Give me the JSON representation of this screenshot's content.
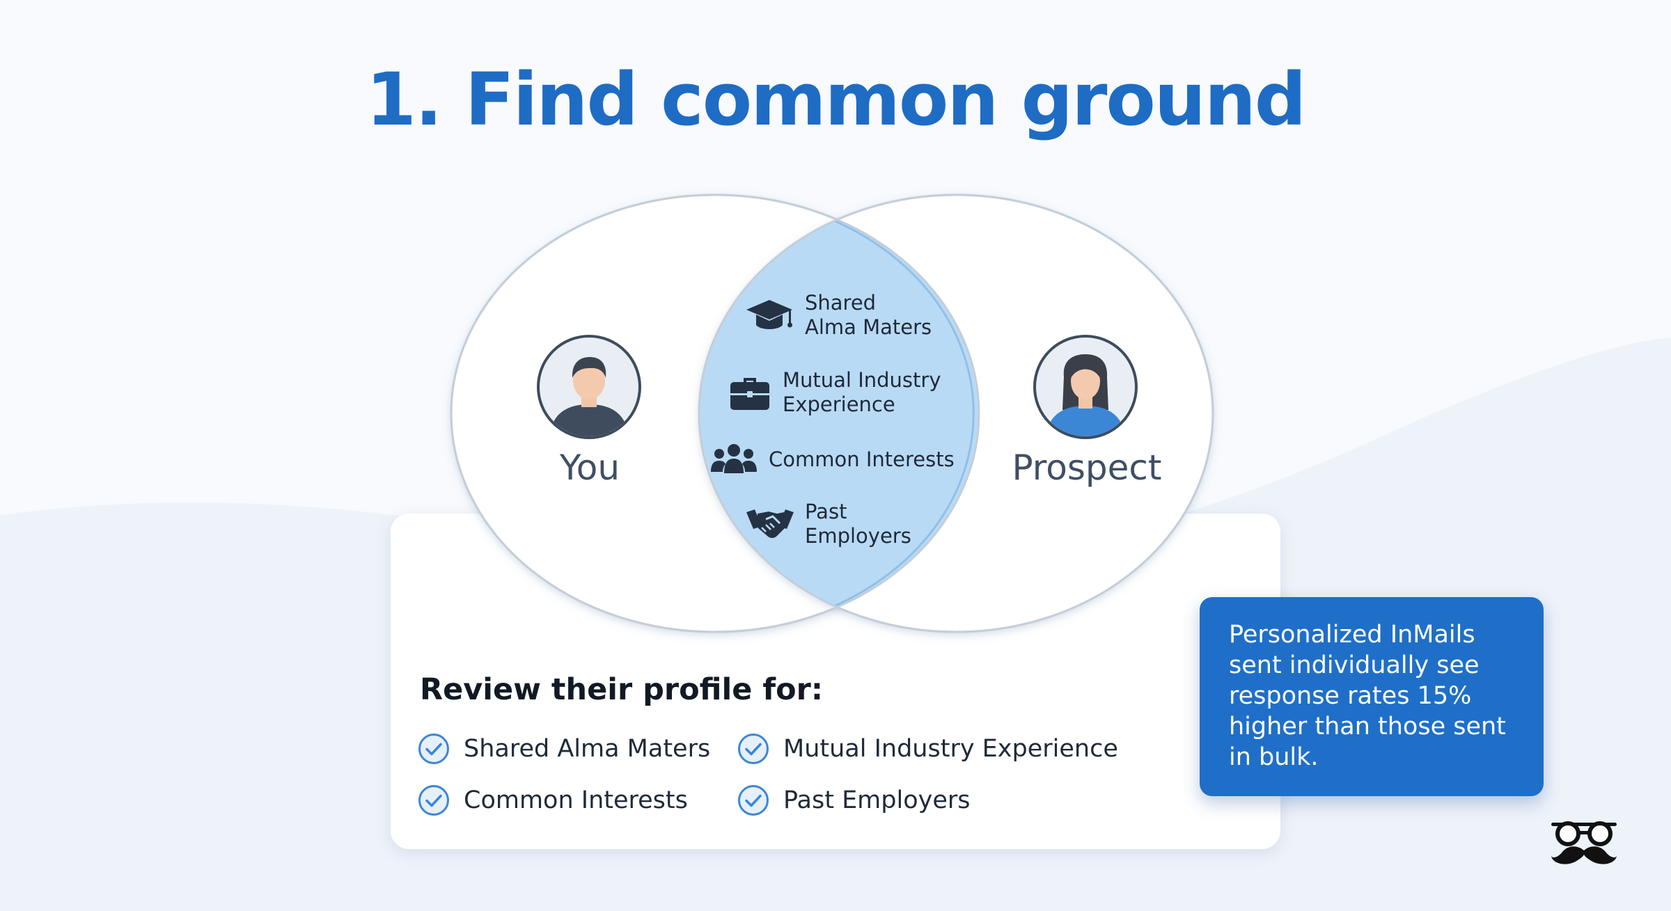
{
  "title": "1. Find common ground",
  "venn": {
    "left_label": "You",
    "right_label": "Prospect",
    "overlap_items": [
      {
        "icon": "graduation-cap-icon",
        "label": "Shared\nAlma Maters"
      },
      {
        "icon": "briefcase-icon",
        "label": "Mutual Industry\nExperience"
      },
      {
        "icon": "group-icon",
        "label": "Common Interests"
      },
      {
        "icon": "handshake-icon",
        "label": "Past\nEmployers"
      }
    ]
  },
  "review": {
    "heading": "Review their profile for:",
    "items": [
      "Shared Alma Maters",
      "Mutual Industry Experience",
      "Common Interests",
      "Past Employers"
    ]
  },
  "callout": {
    "text": "Personalized InMails sent individually see response rates 15% higher than those sent in bulk."
  },
  "colors": {
    "accent": "#1e6cc4",
    "overlap_fill": "#b9daf4",
    "callout_bg": "#1f6fc8",
    "check": "#3b86d6"
  }
}
